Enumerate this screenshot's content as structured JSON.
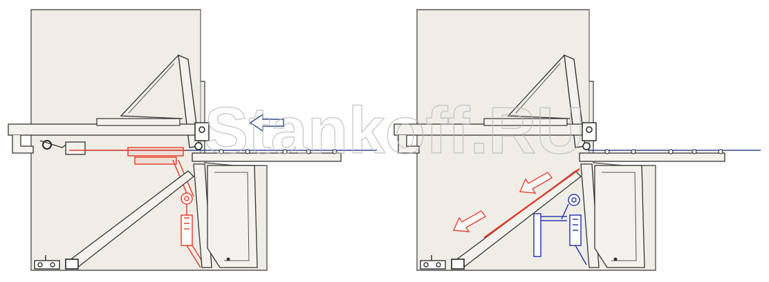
{
  "watermark": {
    "text": "Stankoff.RU"
  },
  "panels": [
    {
      "id": "left",
      "state": "blade-retracted",
      "highlight_color": "#e8412f",
      "arrows": [
        {
          "direction": "left",
          "color": "#2a4a8c"
        }
      ]
    },
    {
      "id": "right",
      "state": "sheet-unloading",
      "highlight_color": "#2a3ab0",
      "accent_color": "#e23a2a",
      "arrows": [
        {
          "direction": "down-left",
          "color": "#e8412f"
        },
        {
          "direction": "down-left",
          "color": "#e8412f"
        }
      ]
    }
  ],
  "colors": {
    "frame_fill": "#efede6",
    "frame_stroke": "#555555",
    "line": "#3a3a3a"
  }
}
